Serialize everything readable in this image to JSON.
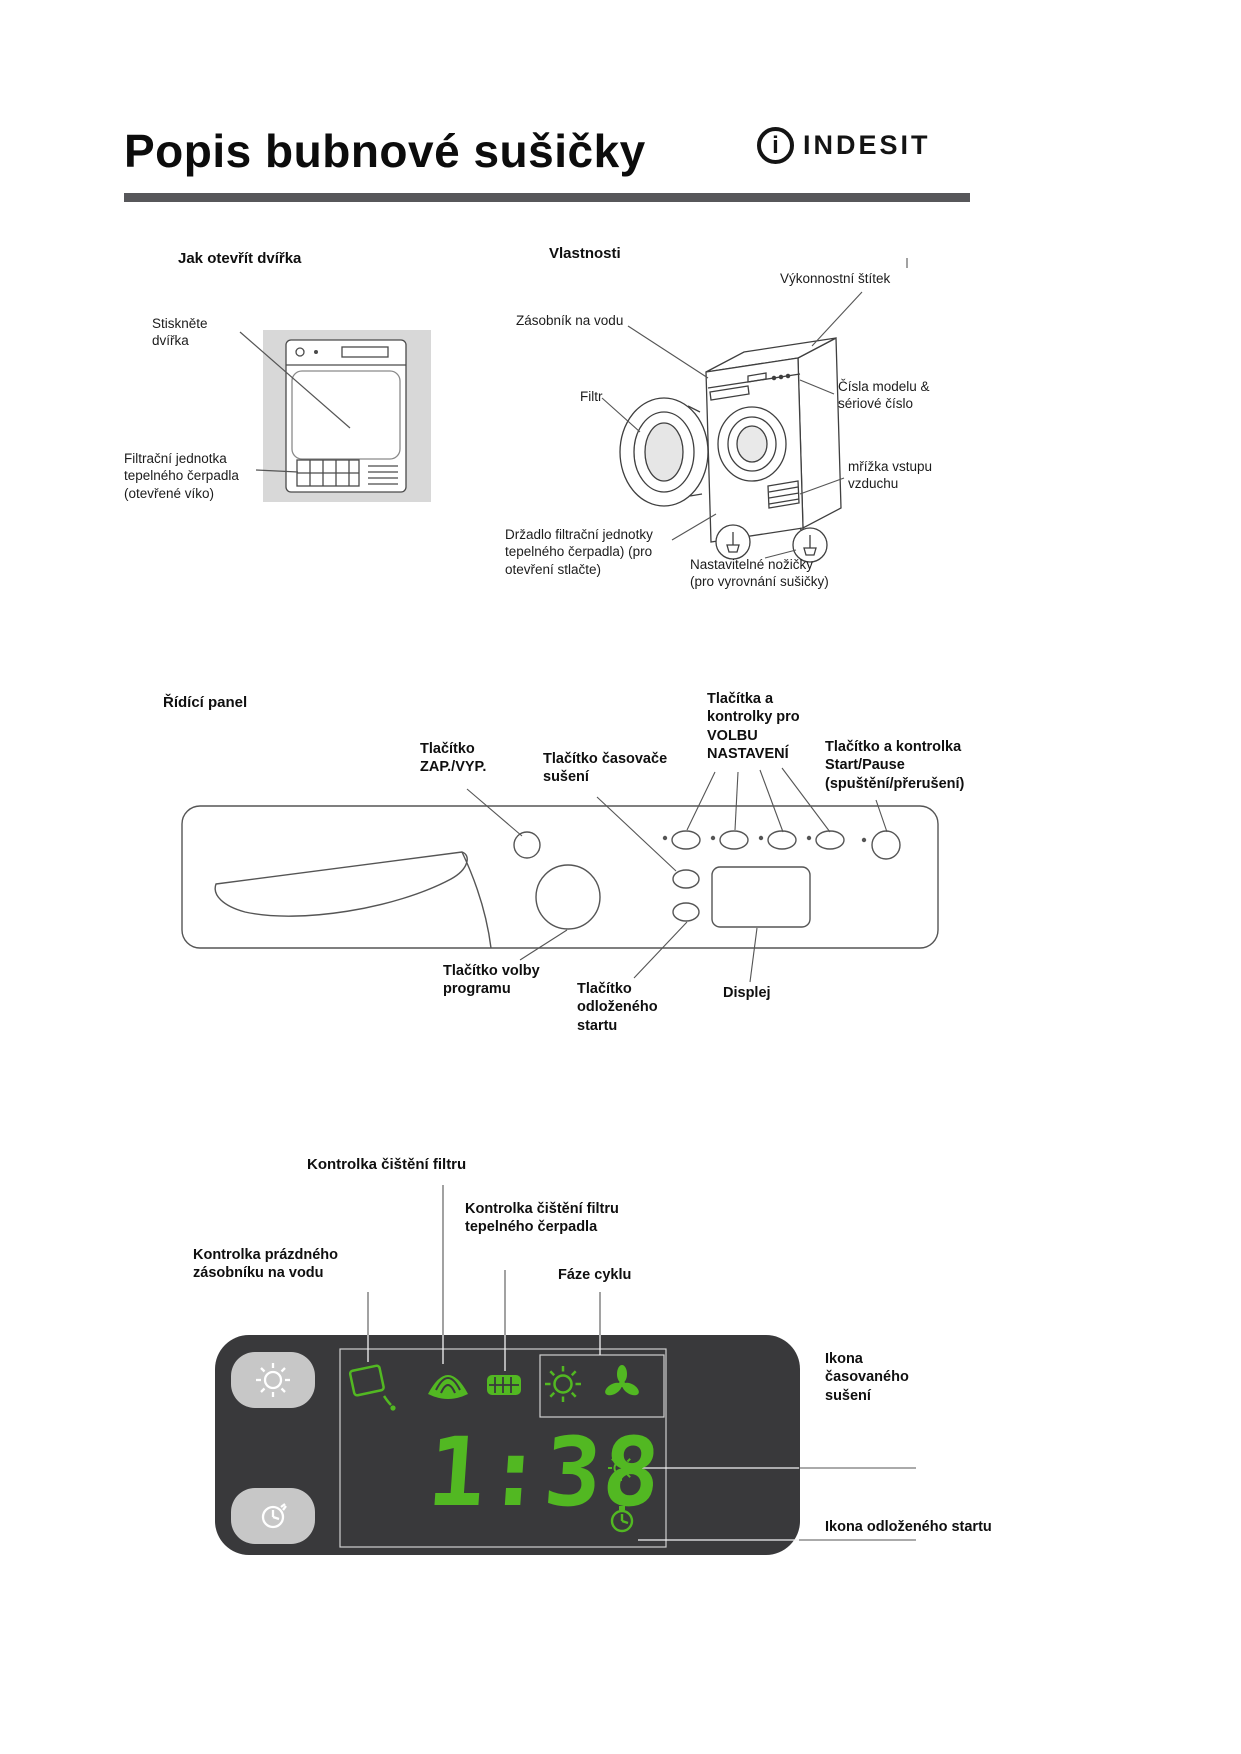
{
  "header": {
    "title": "Popis bubnové sušičky",
    "brand": "INDESIT"
  },
  "door_section": {
    "heading": "Jak otevřít dvířka",
    "press_door": "Stiskněte dvířka",
    "filter_unit": "Filtrační jednotka tepelného čerpadla (otevřené víko)"
  },
  "features_section": {
    "heading": "Vlastnosti",
    "rating_plate": "Výkonnostní štítek",
    "water_tank": "Zásobník na vodu",
    "filter": "Filtr",
    "model_serial": "Čísla modelu & sériové číslo",
    "air_inlet_grille": "mřížka vstupu vzduchu",
    "hp_filter_handle": "Držadlo filtrační jednotky tepelného čerpadla) (pro otevření stlačte)",
    "adjustable_feet": "Nastavitelné nožičky (pro vyrovnání sušičky)"
  },
  "control_panel": {
    "heading": "Řídící panel",
    "on_off_button": "Tlačítko ZAP./VYP.",
    "drying_timer_button": "Tlačítko časovače sušení",
    "option_buttons": "Tlačítka a kontrolky pro VOLBU NASTAVENÍ",
    "start_pause_button": "Tlačítko a kontrolka Start/Pause (spuštění/přerušení)",
    "program_selector": "Tlačítko volby programu",
    "delayed_start_button": "Tlačítko odloženého startu",
    "display_label": "Displej"
  },
  "display_section": {
    "heading": "Kontrolka čištění filtru",
    "hp_filter_indicator": "Kontrolka čištění filtru tepelného čerpadla",
    "empty_tank_indicator": "Kontrolka prázdného zásobníku na vodu",
    "cycle_phase": "Fáze cyklu",
    "timed_drying_icon": "Ikona časovaného sušení",
    "delayed_start_icon": "Ikona odloženého startu",
    "time_value": "1:38"
  },
  "colors": {
    "display_green": "#52b822",
    "panel_dark": "#39393b",
    "button_gray": "#c7c7c7",
    "rule_gray": "#57575a"
  }
}
